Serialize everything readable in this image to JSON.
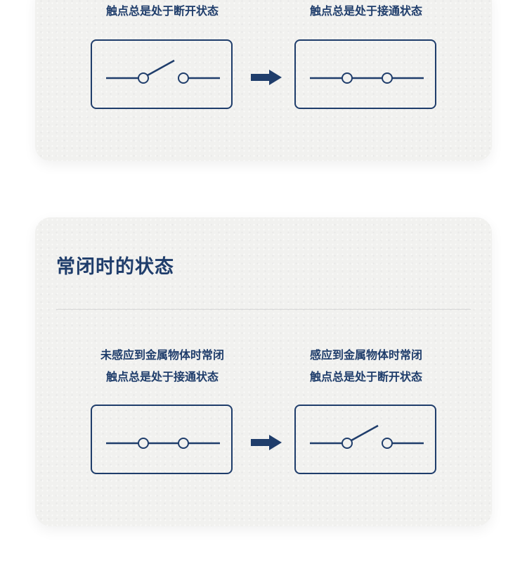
{
  "colors": {
    "primary": "#1f3d6b",
    "card_bg": "#f1f1ef",
    "divider": "#d4d4d4"
  },
  "top_section": {
    "left_caption": {
      "line2": "触点总是处于断开状态"
    },
    "right_caption": {
      "line2": "触点总是处于接通状态"
    },
    "left_switch_state": "open",
    "right_switch_state": "closed",
    "arrow_icon": "right-arrow-icon"
  },
  "bottom_section": {
    "title": "常闭时的状态",
    "left_caption": {
      "line1": "未感应到金属物体时常闭",
      "line2": "触点总是处于接通状态"
    },
    "right_caption": {
      "line1": "感应到金属物体时常闭",
      "line2": "触点总是处于断开状态"
    },
    "left_switch_state": "closed",
    "right_switch_state": "open",
    "arrow_icon": "right-arrow-icon"
  }
}
